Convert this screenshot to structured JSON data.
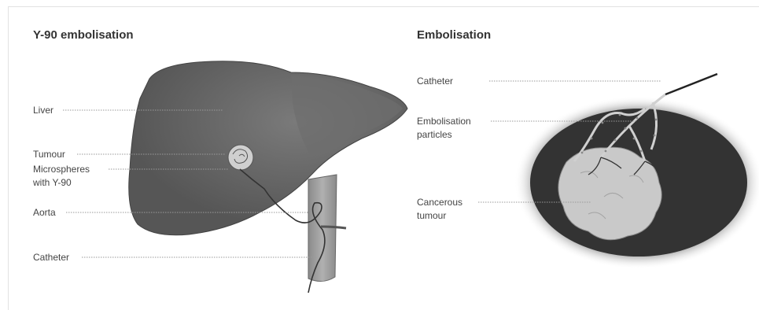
{
  "left_panel": {
    "title": "Y-90 embolisation",
    "labels": {
      "liver": "Liver",
      "tumour": "Tumour",
      "microspheres_line1": "Microspheres",
      "microspheres_line2": "with Y-90",
      "aorta": "Aorta",
      "catheter": "Catheter"
    }
  },
  "right_panel": {
    "title": "Embolisation",
    "labels": {
      "catheter": "Catheter",
      "particles_line1": "Embolisation",
      "particles_line2": "particles",
      "tumour_line1": "Cancerous",
      "tumour_line2": "tumour"
    }
  },
  "colors": {
    "liver": "#5e5e5e",
    "liver_highlight": "#777777",
    "aorta": "#9a9a9a",
    "vignette": "#2e2e2e",
    "tumour_mass": "#c6c6c6",
    "leader_line": "#9a9a9a"
  }
}
